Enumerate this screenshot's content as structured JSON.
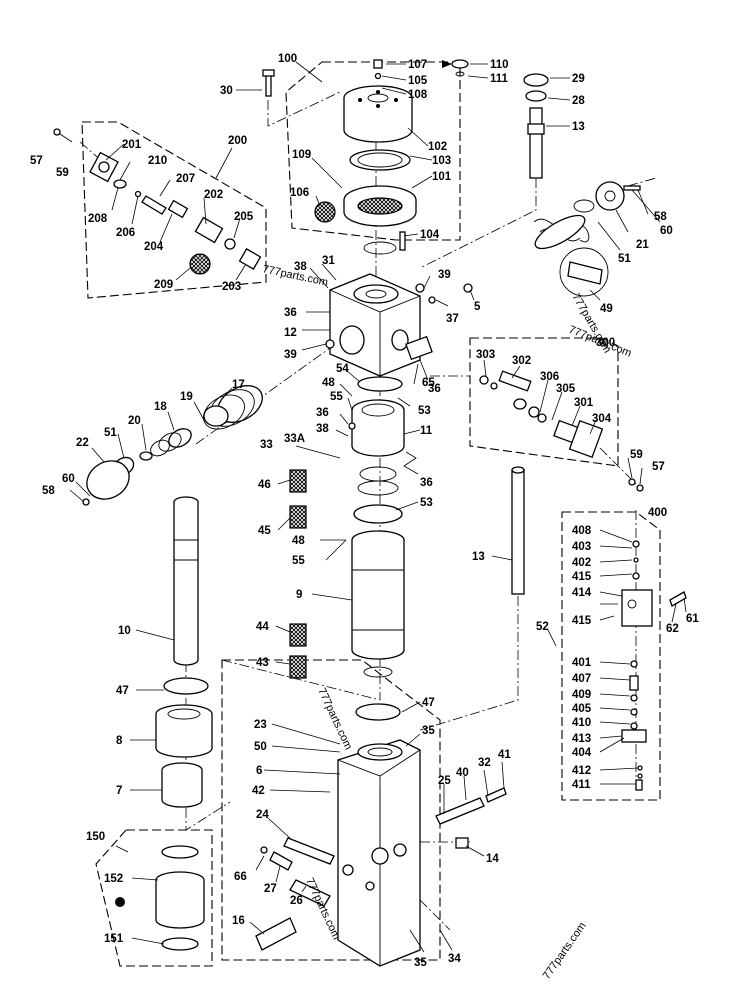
{
  "labels": {
    "l100": "100",
    "l107": "107",
    "l105": "105",
    "l108": "108",
    "l110": "110",
    "l111": "111",
    "l29": "29",
    "l28": "28",
    "l13a": "13",
    "l30": "30",
    "l102": "102",
    "l103": "103",
    "l101": "101",
    "l109": "109",
    "l106": "106",
    "l104": "104",
    "l200": "200",
    "l201": "201",
    "l210": "210",
    "l207": "207",
    "l57a": "57",
    "l59a": "59",
    "l208": "208",
    "l206": "206",
    "l204": "204",
    "l202": "202",
    "l205": "205",
    "l209": "209",
    "l203": "203",
    "l31": "31",
    "l38a": "38",
    "l39a": "39",
    "l5": "5",
    "l37": "37",
    "l36a": "36",
    "l12": "12",
    "l39b": "39",
    "l58a": "58",
    "l21": "21",
    "l60a": "60",
    "l51a": "51",
    "l49": "49",
    "l300": "300",
    "l303": "303",
    "l302": "302",
    "l306": "306",
    "l305": "305",
    "l301": "301",
    "l304": "304",
    "l59b": "59",
    "l57b": "57",
    "l54": "54",
    "l48a": "48",
    "l55a": "55",
    "l36b": "36",
    "l38b": "38",
    "l33": "33",
    "l33A": "33A",
    "l53a": "53",
    "l36c": "36",
    "l65": "65",
    "l11": "11",
    "l36d": "36",
    "l17": "17",
    "l18": "18",
    "l19": "19",
    "l20": "20",
    "l51b": "51",
    "l22": "22",
    "l60b": "60",
    "l58b": "58",
    "l46": "46",
    "l45": "45",
    "l53b": "53",
    "l48b": "48",
    "l55b": "55",
    "l9": "9",
    "l13b": "13",
    "l10": "10",
    "l44": "44",
    "l43": "43",
    "l47a": "47",
    "l47b": "47",
    "l8": "8",
    "l7": "7",
    "l23": "23",
    "l50": "50",
    "l35a": "35",
    "l6": "6",
    "l42": "42",
    "l41": "41",
    "l32": "32",
    "l40": "40",
    "l25": "25",
    "l24": "24",
    "l14": "14",
    "l150": "150",
    "l152": "152",
    "l151": "151",
    "l66": "66",
    "l27": "27",
    "l26": "26",
    "l16": "16",
    "l35b": "35",
    "l34": "34",
    "l400": "400",
    "l408": "408",
    "l403": "403",
    "l402": "402",
    "l415a": "415",
    "l414": "414",
    "l415b": "415",
    "l52": "52",
    "l62": "62",
    "l61": "61",
    "l401": "401",
    "l407": "407",
    "l409": "409",
    "l405": "405",
    "l410": "410",
    "l413": "413",
    "l404": "404",
    "l412": "412",
    "l411": "411"
  },
  "watermarks": {
    "w1": "777parts.com",
    "w2": "777parts.com",
    "w3": "777parts.com",
    "w4": "777parts.com",
    "w5": "777parts.com",
    "w6": "777parts.com"
  }
}
